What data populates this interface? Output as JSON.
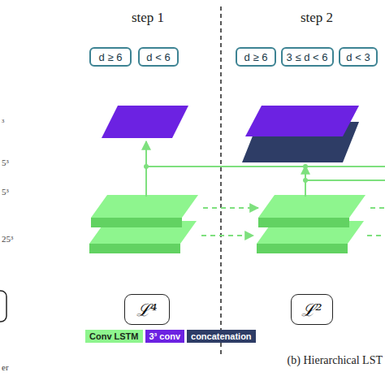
{
  "diagram": {
    "caption": "(b) Hierarchical LST",
    "nodes": [
      {
        "text": [
          "d ≥ 6"
        ]
      },
      {
        "text": [
          "d < 6"
        ]
      },
      {
        "text": [
          "d ≥ 6"
        ]
      },
      {
        "text": [
          "3 ≤ d < 6"
        ]
      },
      {
        "text": [
          "d < 3"
        ]
      },
      {
        "text": [
          "ℒ⁴"
        ]
      },
      {
        "text": [
          "ℒ²"
        ]
      }
    ],
    "labels": [
      "step 1",
      "step 2",
      "³",
      "5³",
      "5³",
      "25³",
      "er"
    ],
    "legend": [
      {
        "text": "Conv LSTM",
        "color": "#8ef58e"
      },
      {
        "text": "3³ conv",
        "color": "#6c22e2"
      },
      {
        "text": "concatenation",
        "color": "#2e3d66"
      }
    ]
  }
}
